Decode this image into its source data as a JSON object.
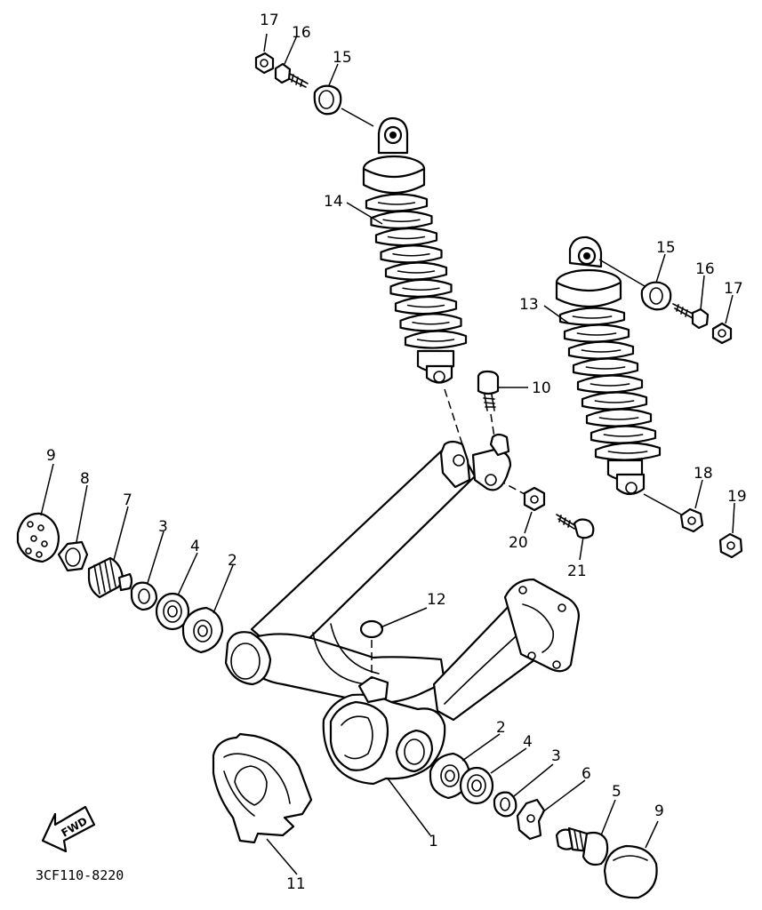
{
  "diagram_code": "3CF110-8220",
  "fwd_label": "FWD",
  "callouts": {
    "c1": "1",
    "c2a": "2",
    "c2b": "2",
    "c3a": "3",
    "c3b": "3",
    "c4a": "4",
    "c4b": "4",
    "c5": "5",
    "c6": "6",
    "c7": "7",
    "c8": "8",
    "c9a": "9",
    "c9b": "9",
    "c10": "10",
    "c11": "11",
    "c12": "12",
    "c13": "13",
    "c14": "14",
    "c15a": "15",
    "c15b": "15",
    "c16a": "16",
    "c16b": "16",
    "c17a": "17",
    "c17b": "17",
    "c18": "18",
    "c19": "19",
    "c20": "20",
    "c21": "21"
  }
}
